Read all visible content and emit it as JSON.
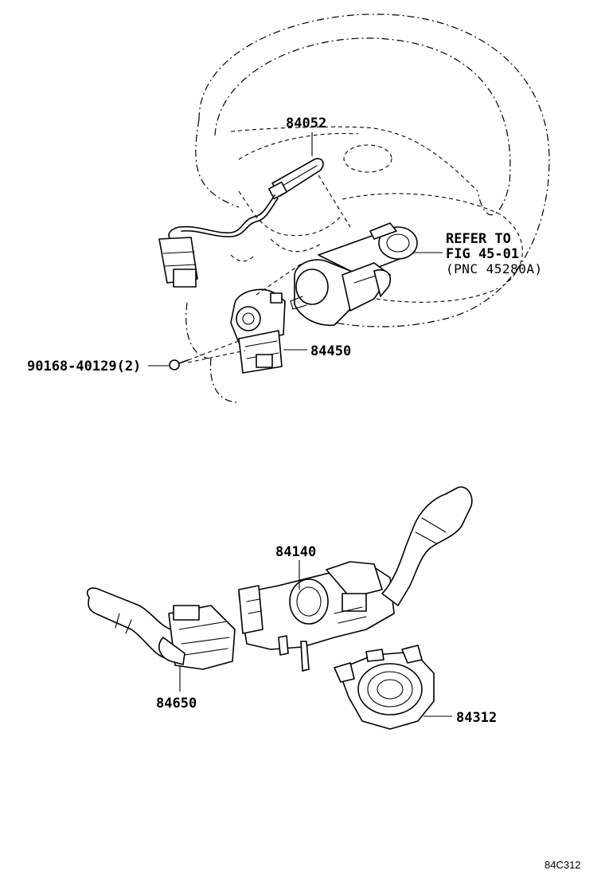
{
  "parts": {
    "p84052": "84052",
    "refer_line1": "REFER TO",
    "refer_line2": "FIG 45-01",
    "refer_line3": "(PNC 45280A)",
    "p84450": "84450",
    "p90168": "90168-40129(2)",
    "p84140": "84140",
    "p84650": "84650",
    "p84312": "84312"
  },
  "diagram_code": "84C312"
}
